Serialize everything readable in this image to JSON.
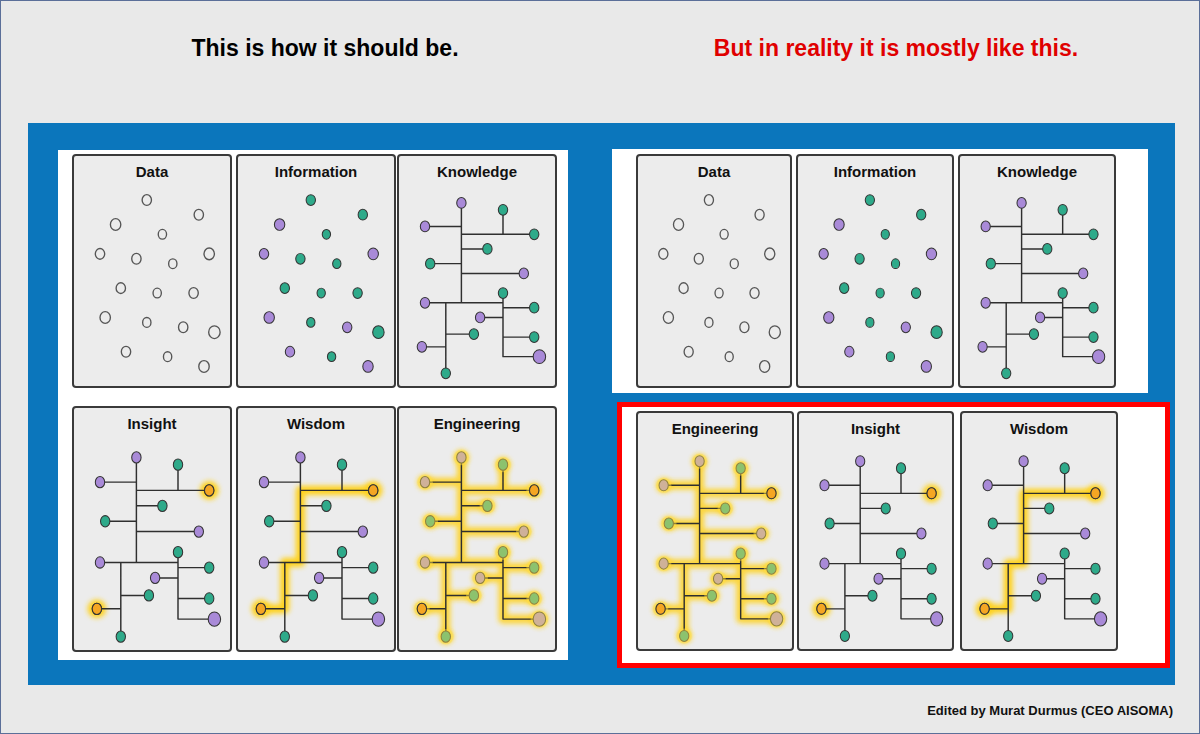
{
  "diagram": {
    "nodes": [
      {
        "text": [
          "Data"
        ]
      },
      {
        "text": [
          "Information"
        ]
      },
      {
        "text": [
          "Knowledge"
        ]
      },
      {
        "text": [
          "Insight"
        ]
      },
      {
        "text": [
          "Wisdom"
        ]
      },
      {
        "text": [
          "Engineering"
        ]
      },
      {
        "text": [
          "Data"
        ]
      },
      {
        "text": [
          "Information"
        ]
      },
      {
        "text": [
          "Knowledge"
        ]
      },
      {
        "text": [
          "Engineering"
        ]
      },
      {
        "text": [
          "Insight"
        ]
      },
      {
        "text": [
          "Wisdom"
        ]
      }
    ],
    "labels": [
      "This is how it should be.",
      "But in reality it is mostly like this.",
      "Edited by Murat Durmus (CEO AISOMA)"
    ]
  }
}
